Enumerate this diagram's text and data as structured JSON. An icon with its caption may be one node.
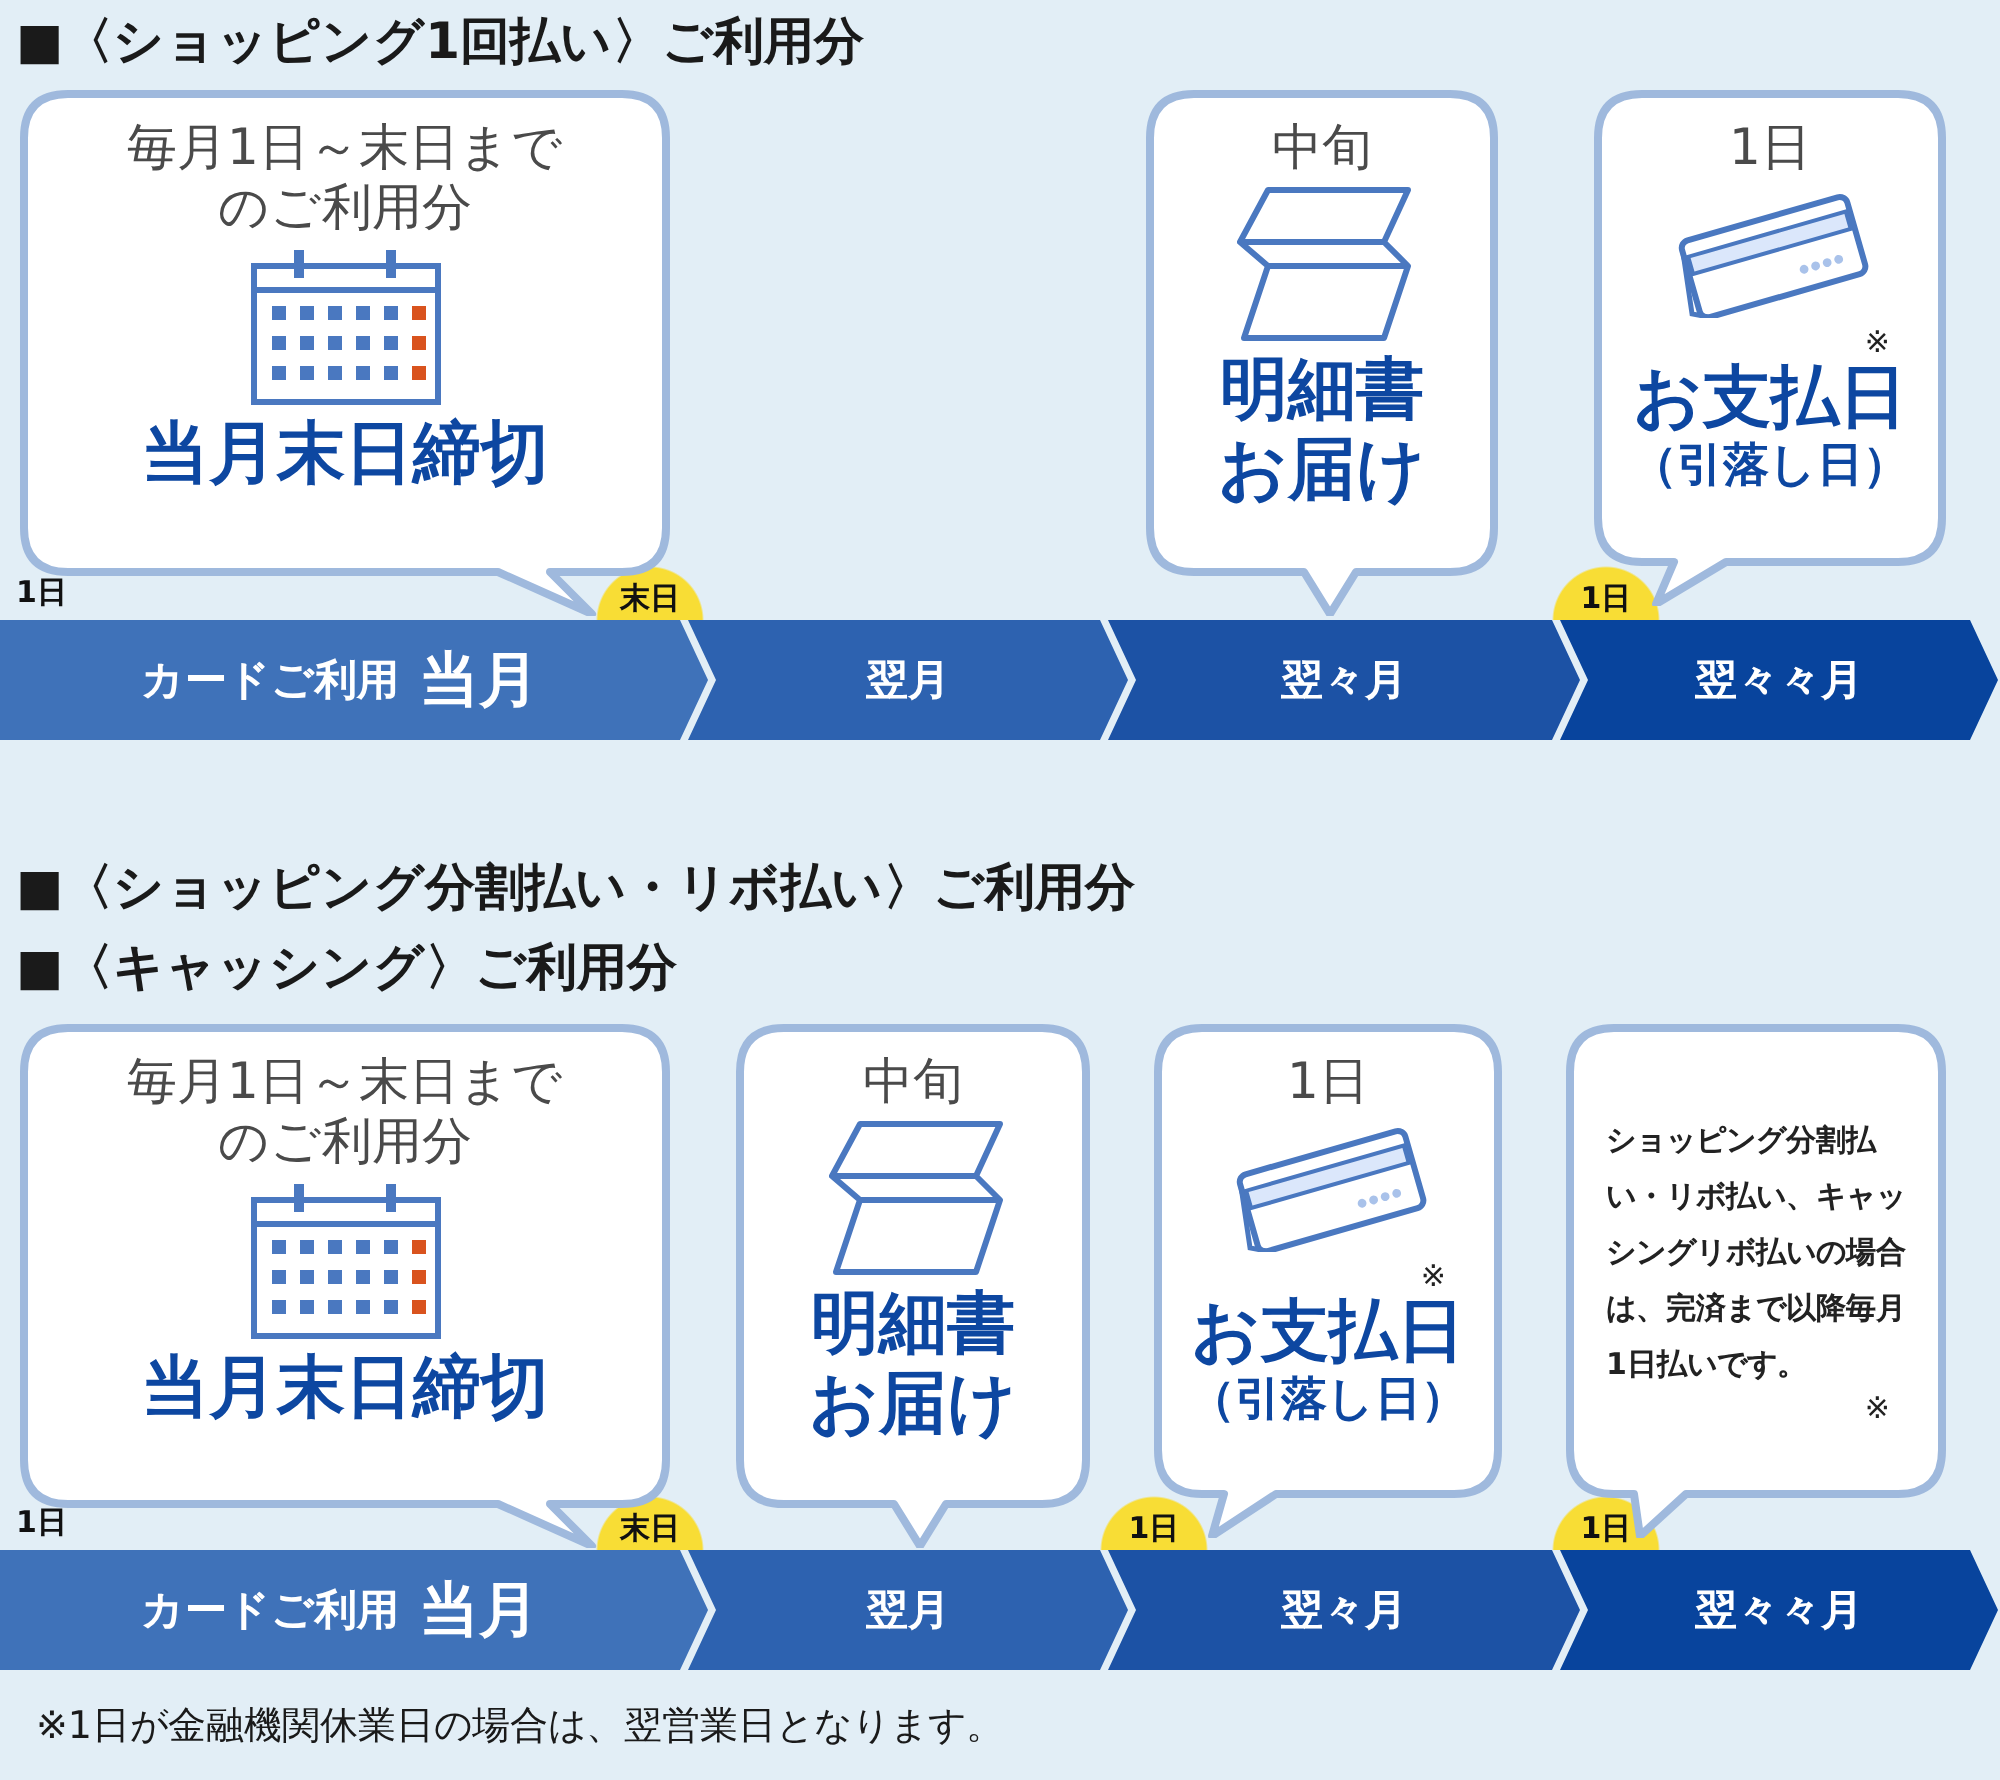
{
  "diagram": {
    "caption": "※1日が金融機関休業日の場合は、翌営業日となります。",
    "nodes": [
      {
        "text": [
          "毎月1日～末日までのご利用分",
          "当月末日締切"
        ]
      },
      {
        "text": [
          "中旬",
          "明細書お届け"
        ]
      },
      {
        "text": [
          "1日",
          "※",
          "お支払日",
          "（引落し日）"
        ]
      },
      {
        "text": [
          "カードご利用",
          "当月"
        ]
      },
      {
        "text": [
          "翌月"
        ]
      },
      {
        "text": [
          "翌々月"
        ]
      },
      {
        "text": [
          "翌々々月"
        ]
      },
      {
        "text": [
          "毎月1日～末日までのご利用分",
          "当月末日締切"
        ]
      },
      {
        "text": [
          "中旬",
          "明細書お届け"
        ]
      },
      {
        "text": [
          "1日",
          "※",
          "お支払日",
          "（引落し日）"
        ]
      },
      {
        "text": [
          "ショッピング分割払い・リボ払い、キャッシングリボ払いの場合は、完済まで以降毎月1日払いです。",
          "※"
        ]
      },
      {
        "text": [
          "カードご利用",
          "当月"
        ]
      },
      {
        "text": [
          "翌月"
        ]
      },
      {
        "text": [
          "翌々月"
        ]
      },
      {
        "text": [
          "翌々々月"
        ]
      }
    ],
    "labels": [
      "■〈ショッピング1回払い〉ご利用分",
      "1日",
      "末日",
      "1日",
      "■〈ショッピング分割払い・リボ払い〉ご利用分",
      "■〈キャッシング〉ご利用分",
      "1日",
      "末日",
      "1日",
      "1日"
    ]
  }
}
